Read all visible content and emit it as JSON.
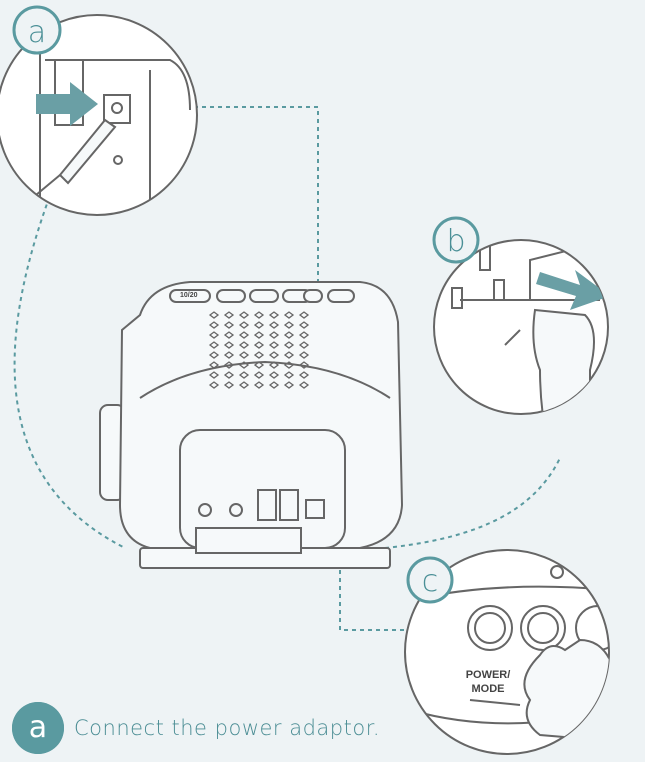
{
  "steps": {
    "a": {
      "label": "a"
    },
    "b": {
      "label": "b"
    },
    "c": {
      "label": "c"
    }
  },
  "radio_panel": {
    "top_buttons": [
      "10/20",
      "",
      "",
      "",
      "",
      ""
    ]
  },
  "power_button": {
    "label_line1": "POWER/",
    "label_line2": "MODE"
  },
  "caption": {
    "badge": "a",
    "text": "Connect the power adaptor."
  },
  "colors": {
    "accent": "#5a9aa0",
    "line": "#666666",
    "background": "#eef3f5"
  }
}
